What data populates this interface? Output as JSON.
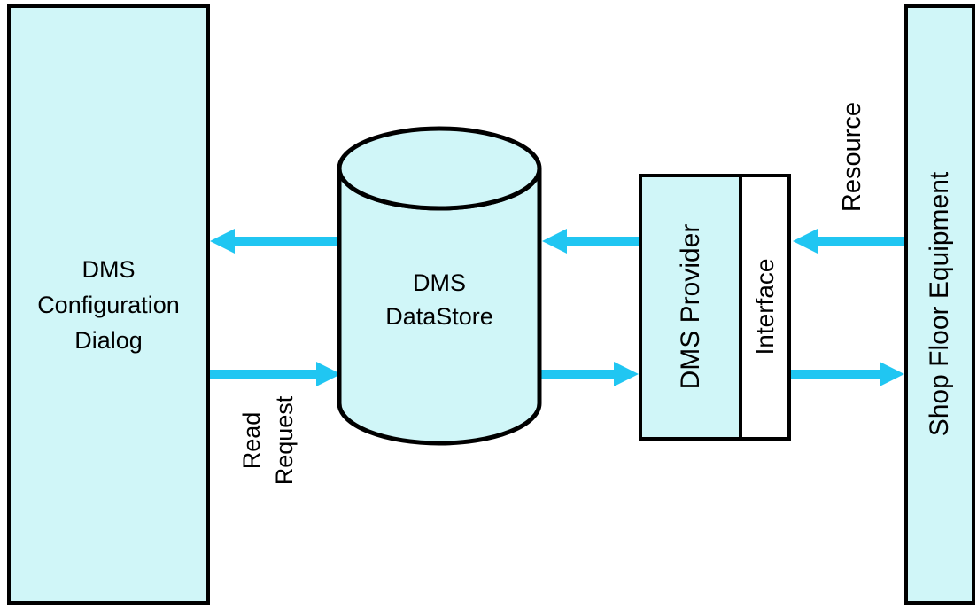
{
  "diagram": {
    "nodes": {
      "config_dialog": {
        "label": "DMS\nConfiguration\nDialog"
      },
      "datastore": {
        "label": "DMS\nDataStore"
      },
      "provider": {
        "label": "DMS Provider"
      },
      "provider_interface": {
        "label": "Interface"
      },
      "equipment": {
        "label": "Shop Floor Equipment"
      }
    },
    "edge_labels": {
      "read_request": "Read\nRequest",
      "resource": "Resource"
    },
    "colors": {
      "node_fill": "#D0F6F8",
      "arrow": "#20C6F2",
      "border": "#000000",
      "background": "#FFFFFF"
    }
  }
}
